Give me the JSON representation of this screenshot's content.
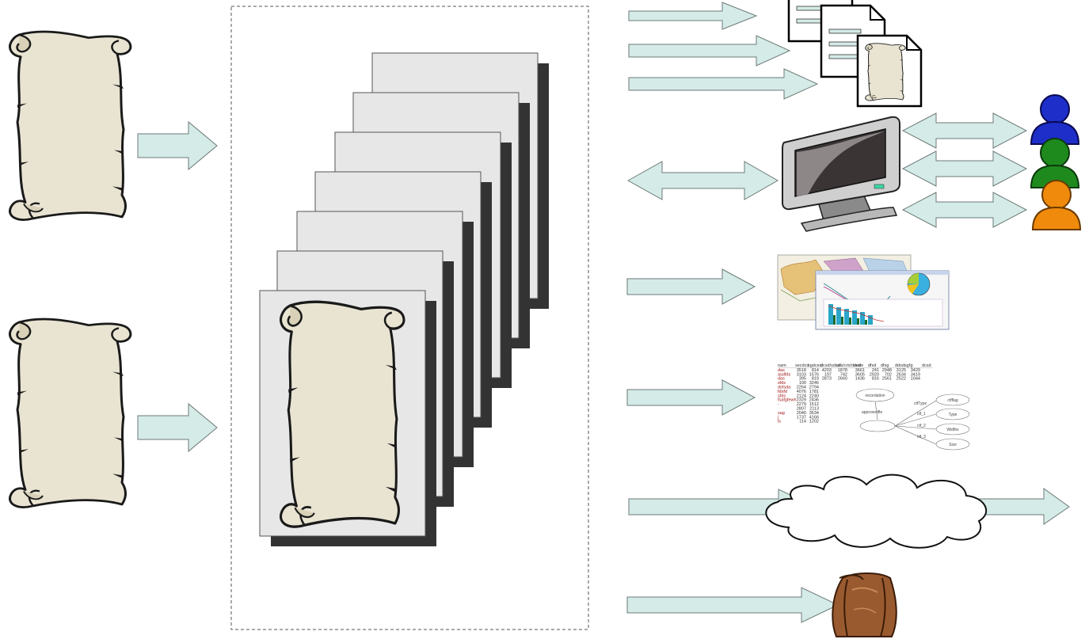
{
  "colors": {
    "arrow_fill": "#d4ebe7",
    "arrow_stroke": "#6e7a78",
    "scroll_fill": "#e9e4d2",
    "page_fill": "#e7e7e7",
    "page_shadow": "#333333",
    "dashed_border": "#555555",
    "person_blue": "#1d2ec9",
    "person_green": "#1e8a1e",
    "person_orange": "#ef8a0c",
    "bag_brown": "#9a5a30"
  },
  "icons": {
    "source_scrolls": [
      "scroll-icon",
      "scroll-icon"
    ],
    "stack": "document-stack-icon",
    "documents": "document-icon",
    "monitor": "monitor-icon",
    "users": [
      "user-icon-blue",
      "user-icon-green",
      "user-icon-orange"
    ],
    "charts": "chart-thumbnail-icon",
    "table_graph": "table-graph-thumbnail-icon",
    "cloud": "cloud-icon",
    "bag": "bag-icon"
  },
  "table_thumbnail": {
    "header": [
      "nam",
      "secdcd",
      "sgdcecl",
      "dcsd/sdsd",
      "cds/cm/dscd",
      "dede",
      "dfsd",
      "dfsg",
      "ddsdsg",
      "fg",
      "dcsd"
    ],
    "rows": [
      [
        "das",
        "3518",
        "814",
        "4203",
        "1878",
        "3661",
        "241",
        "2948",
        "3125",
        "3429"
      ],
      [
        "asdfds",
        "3103",
        "1576",
        "197",
        "742",
        "3605",
        "2920",
        "702",
        "2634",
        "3419"
      ],
      [
        "das",
        "395",
        "819",
        "2873",
        "2660",
        "1436",
        "816",
        "2561",
        "2522",
        "1044"
      ],
      [
        "sfds",
        "100",
        "3246"
      ],
      [
        "dsfsda",
        "2264",
        "2794"
      ],
      [
        "fdsfd",
        "4076",
        "1781"
      ],
      [
        "sfds",
        "2124",
        "2240"
      ],
      [
        "fsafgfewh",
        "2329",
        "2436"
      ],
      [
        "-",
        "2279",
        "1512"
      ],
      [
        "",
        "2807",
        "2113"
      ],
      [
        "sag",
        "2040",
        "3534"
      ],
      [
        "j",
        "1737",
        "4166"
      ],
      [
        "ls",
        "114",
        "1202"
      ]
    ]
  },
  "graph_thumbnail": {
    "nodes": [
      "recordation",
      "",
      "ctfflag",
      "Type",
      "Widths",
      "Size"
    ],
    "edge_labels": [
      "approxedfle",
      "ctfType",
      "ctf_1",
      "ctf_2",
      "ctf_3"
    ]
  }
}
